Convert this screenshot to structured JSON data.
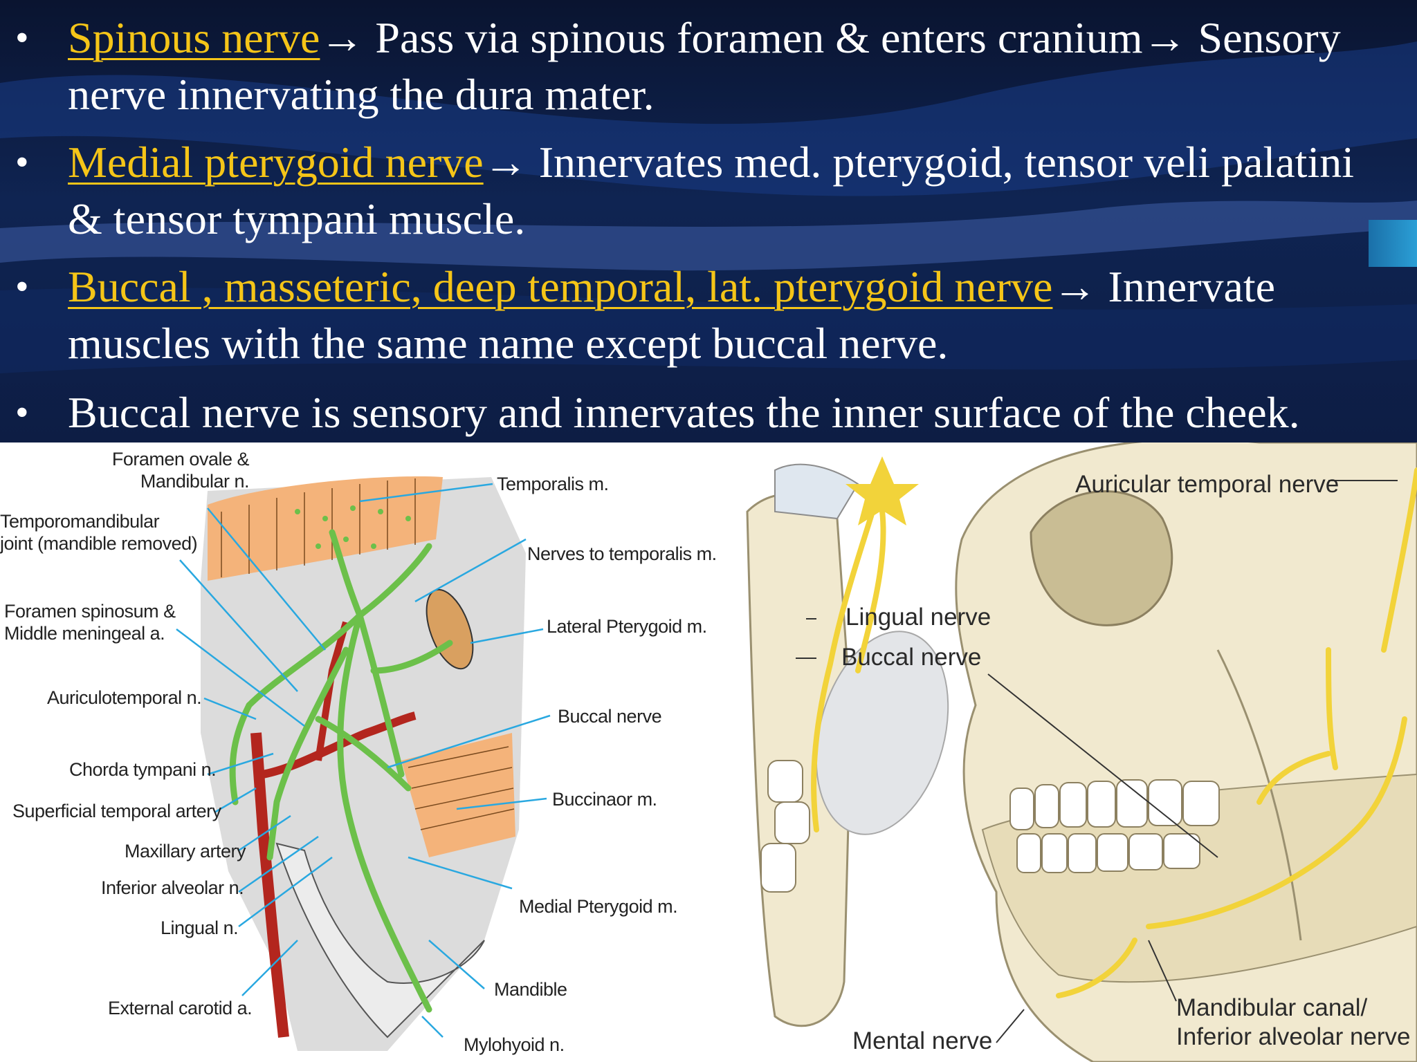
{
  "bullets": [
    {
      "highlight": "Spinous nerve",
      "arrow": "→",
      "text": " Pass via spinous foramen & enters cranium→ Sensory nerve innervating the dura mater."
    },
    {
      "highlight": "Medial pterygoid nerve",
      "arrow": "→",
      "text": " Innervates med. pterygoid, tensor veli palatini & tensor tympani muscle."
    },
    {
      "highlight": "Buccal , masseteric, deep temporal, lat. pterygoid nerve",
      "arrow": "→",
      "text": " Innervate muscles with the same name except buccal nerve."
    },
    {
      "text": "Buccal nerve is sensory and innervates the inner surface of the cheek."
    }
  ],
  "bullet_glyph": "•",
  "figure_left": {
    "labels": {
      "foramen_ovale": "Foramen ovale &\nMandibular n.",
      "tmj": "Temporomandibular\njoint (mandible removed)",
      "foramen_spinosum": "Foramen spinosum &\nMiddle meningeal a.",
      "auriculotemporal": "Auriculotemporal n.",
      "chorda_tympani": "Chorda tympani n.",
      "superficial_temporal": "Superficial temporal artery",
      "maxillary_artery": "Maxillary artery",
      "inferior_alveolar": "Inferior alveolar n.",
      "lingual": "Lingual n.",
      "external_carotid": "External carotid a.",
      "temporalis": "Temporalis m.",
      "nerves_temporalis": "Nerves to temporalis m.",
      "lateral_pterygoid": "Lateral Pterygoid m.",
      "buccal_nerve": "Buccal nerve",
      "buccinator": "Buccinaor m.",
      "medial_pterygoid": "Medial Pterygoid m.",
      "mandible": "Mandible",
      "mylohyoid": "Mylohyoid n."
    }
  },
  "figure_right": {
    "labels": {
      "auricular_temporal": "Auricular temporal nerve",
      "lingual": "Lingual nerve",
      "buccal": "Buccal nerve",
      "mental": "Mental nerve",
      "mandibular_canal": "Mandibular canal/\nInferior alveolar nerve"
    }
  },
  "colors": {
    "highlight": "#f5c518",
    "nerve_green": "#6cc04a",
    "artery_red": "#b3261e",
    "muscle_orange": "#f4b37a",
    "nerve_yellow": "#f2d33a",
    "leader_blue": "#29a8e0"
  }
}
